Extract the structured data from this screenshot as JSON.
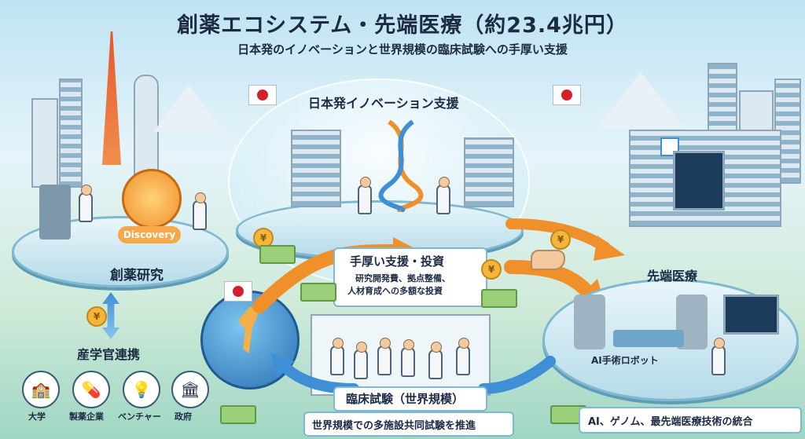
{
  "title": "創薬エコシステム・先端医療（約23.4兆円）",
  "subtitle": "日本発のイノベーションと世界規模の臨床試験への手厚い支援",
  "center_dome": {
    "label": "日本発イノベーション支援"
  },
  "left_section": {
    "label": "創薬研究",
    "discovery_badge": "Discovery"
  },
  "collab": {
    "label": "産学官連携",
    "items": [
      {
        "icon": "university-icon",
        "glyph": "🏫",
        "label": "大学"
      },
      {
        "icon": "pill-icon",
        "glyph": "💊",
        "label": "製薬企業"
      },
      {
        "icon": "lightbulb-icon",
        "glyph": "💡",
        "label": "ベンチャー"
      },
      {
        "icon": "government-icon",
        "glyph": "🏛",
        "label": "政府"
      }
    ]
  },
  "support": {
    "label": "手厚い支援・投資",
    "desc_line1": "研究開発費、拠点整備、",
    "desc_line2": "人材育成への多額な投資"
  },
  "right_section": {
    "label": "先端医療",
    "ai_label": "AI手術ロボット",
    "caption": "AI、ゲノム、最先端医療技術の統合"
  },
  "clinical": {
    "label": "臨床試験（世界規模）",
    "caption": "世界規模での多施設共同試験を推進"
  },
  "colors": {
    "accent_orange": "#f0902a",
    "accent_blue": "#3f8fd6",
    "navy": "#1c2a44",
    "flag_red": "#d3202a"
  }
}
